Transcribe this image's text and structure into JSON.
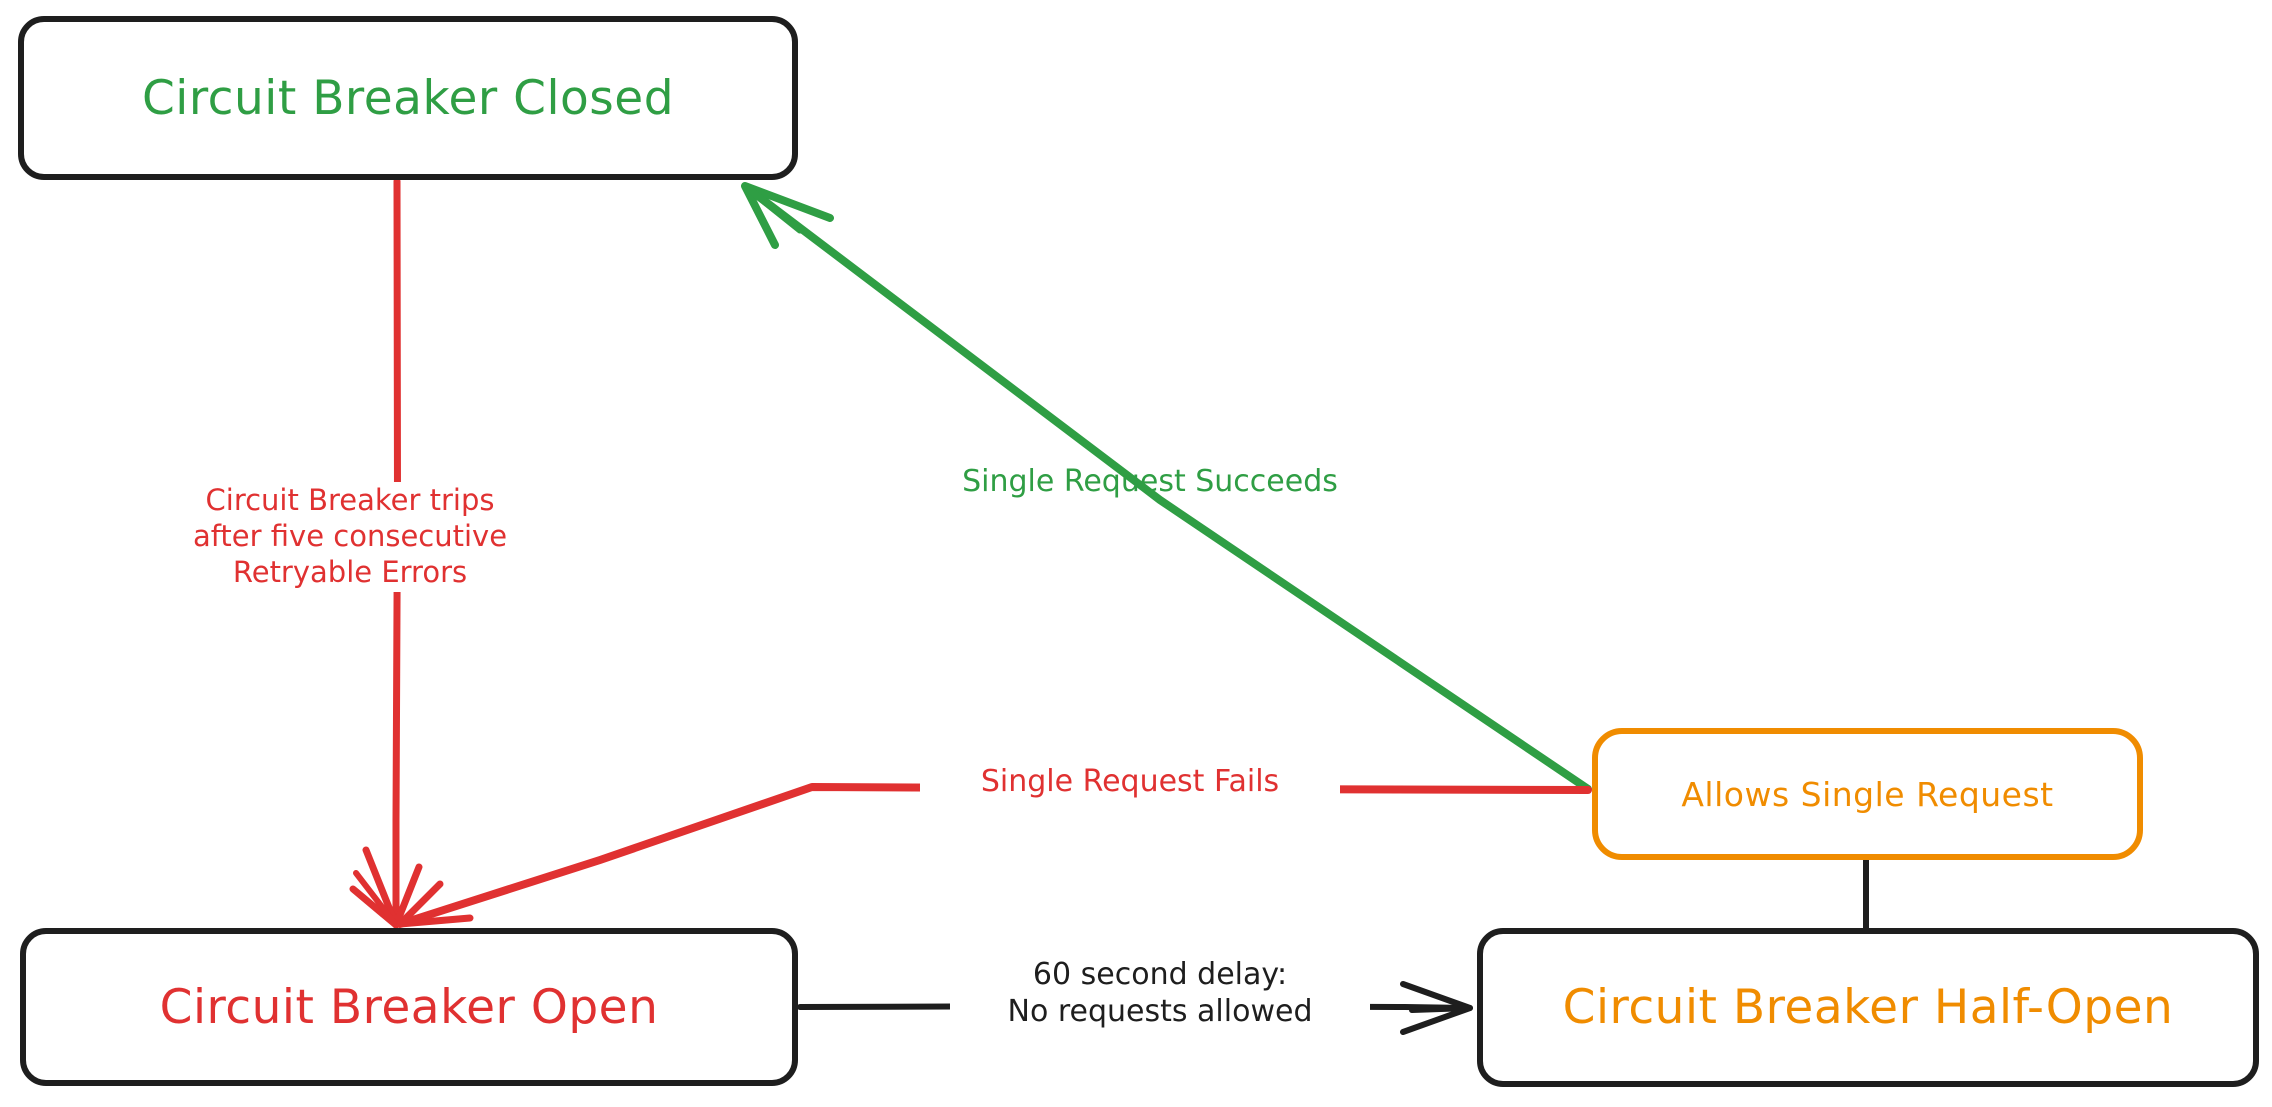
{
  "diagram": {
    "title": "Circuit Breaker State Diagram",
    "type": "state-machine-flowchart",
    "style": "hand-drawn",
    "background_color": "#ffffff",
    "colors": {
      "green": "#2f9e44",
      "red": "#e03131",
      "orange": "#f08c00",
      "black": "#1e1e1e",
      "white": "#ffffff"
    }
  },
  "nodes": [
    {
      "id": "closed",
      "label": "Circuit Breaker Closed",
      "text_color": "#2f9e44",
      "border_color": "#1e1e1e"
    },
    {
      "id": "open",
      "label": "Circuit Breaker Open",
      "text_color": "#e03131",
      "border_color": "#1e1e1e"
    },
    {
      "id": "halfopen",
      "label": "Circuit Breaker Half-Open",
      "text_color": "#f08c00",
      "border_color": "#1e1e1e"
    },
    {
      "id": "allows",
      "label": "Allows Single Request",
      "text_color": "#f08c00",
      "border_color": "#f08c00"
    }
  ],
  "edges": [
    {
      "id": "closed-to-open",
      "from": "closed",
      "to": "open",
      "color": "#e03131",
      "arrow": true,
      "label": "Circuit Breaker trips\nafter five consecutive\nRetryable Errors"
    },
    {
      "id": "allows-to-closed",
      "from": "allows",
      "to": "closed",
      "color": "#2f9e44",
      "arrow": true,
      "label": "Single Request Succeeds"
    },
    {
      "id": "allows-to-open",
      "from": "allows",
      "to": "open",
      "color": "#e03131",
      "arrow": true,
      "label": "Single Request Fails"
    },
    {
      "id": "open-to-halfopen",
      "from": "open",
      "to": "halfopen",
      "color": "#1e1e1e",
      "arrow": true,
      "label": "60 second delay:\nNo requests allowed"
    },
    {
      "id": "halfopen-to-allows",
      "from": "halfopen",
      "to": "allows",
      "color": "#1e1e1e",
      "arrow": false,
      "label": ""
    }
  ]
}
